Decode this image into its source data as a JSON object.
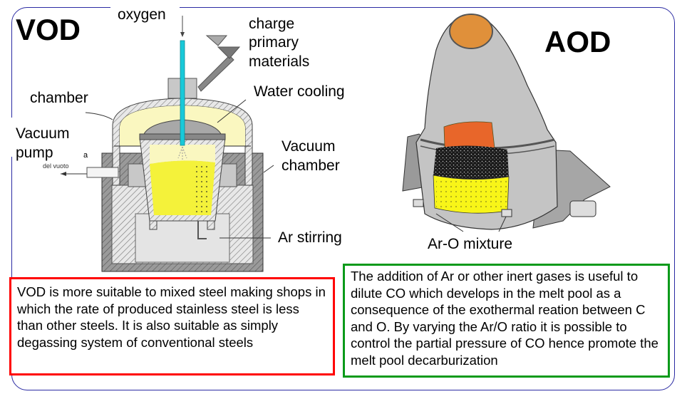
{
  "slide": {
    "frame_color": "#2b2ba3"
  },
  "vod": {
    "title": "VOD",
    "labels": {
      "oxygen": "oxygen",
      "charge": "charge",
      "primary": "primary",
      "materials": "materials",
      "chamber": "chamber",
      "water_cooling": "Water cooling",
      "vacuum_pump_1": "Vacuum",
      "vacuum_pump_2": "pump",
      "vacuum_chamber_1": "Vacuum",
      "vacuum_chamber_2": "chamber",
      "ar_stirring": "Ar stirring",
      "small_a": "a",
      "small_vuoto": "del vuoto"
    },
    "description": "VOD is more suitable to mixed steel  making shops in which the rate of  produced stainless steel is less than other steels. It is also suitable as simply degassing system of conventional steels",
    "box_color": "#ff0000"
  },
  "aod": {
    "title": "AOD",
    "labels": {
      "ar_o_mixture": "Ar-O mixture"
    },
    "description": "The addition of Ar or other inert gases  is useful to dilute CO which develops in the melt pool as a consequence of the exothermal reation between C and O. By varying the Ar/O ratio it is possible to control the partial pressure of CO hence promote the melt pool decarburization",
    "box_color": "#0a9a1a"
  },
  "colors": {
    "steel_yellow": "#f4f23a",
    "chamber_cream": "#faf7c0",
    "lance_cyan": "#19c9d9",
    "slag_orange": "#e8662a",
    "mouth_orange": "#e0903a",
    "vessel_gray": "#c4c4c4"
  }
}
